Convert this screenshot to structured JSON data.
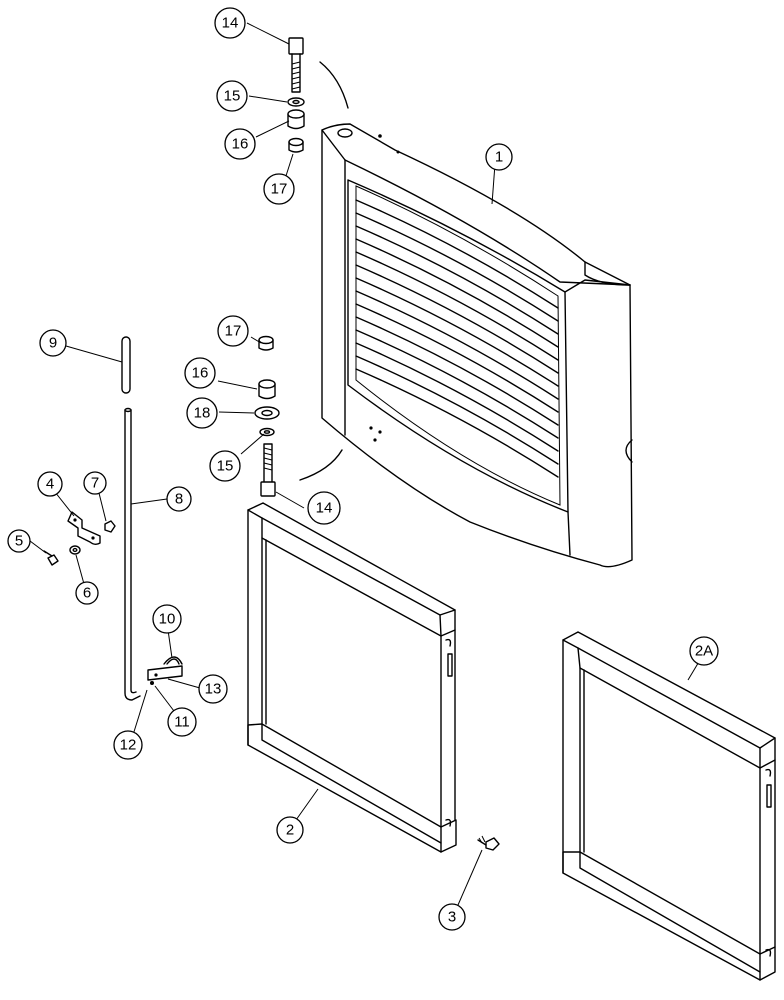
{
  "diagram": {
    "callouts": [
      {
        "id": "c14a",
        "label": "14"
      },
      {
        "id": "c15a",
        "label": "15"
      },
      {
        "id": "c16a",
        "label": "16"
      },
      {
        "id": "c17a",
        "label": "17"
      },
      {
        "id": "c1",
        "label": "1"
      },
      {
        "id": "c9",
        "label": "9"
      },
      {
        "id": "c17b",
        "label": "17"
      },
      {
        "id": "c16b",
        "label": "16"
      },
      {
        "id": "c18",
        "label": "18"
      },
      {
        "id": "c15b",
        "label": "15"
      },
      {
        "id": "c4",
        "label": "4"
      },
      {
        "id": "c7",
        "label": "7"
      },
      {
        "id": "c8",
        "label": "8"
      },
      {
        "id": "c5",
        "label": "5"
      },
      {
        "id": "c6",
        "label": "6"
      },
      {
        "id": "c14b",
        "label": "14"
      },
      {
        "id": "c10",
        "label": "10"
      },
      {
        "id": "c13",
        "label": "13"
      },
      {
        "id": "c11",
        "label": "11"
      },
      {
        "id": "c12",
        "label": "12"
      },
      {
        "id": "c2",
        "label": "2"
      },
      {
        "id": "c2A",
        "label": "2A"
      },
      {
        "id": "c3",
        "label": "3"
      }
    ]
  }
}
